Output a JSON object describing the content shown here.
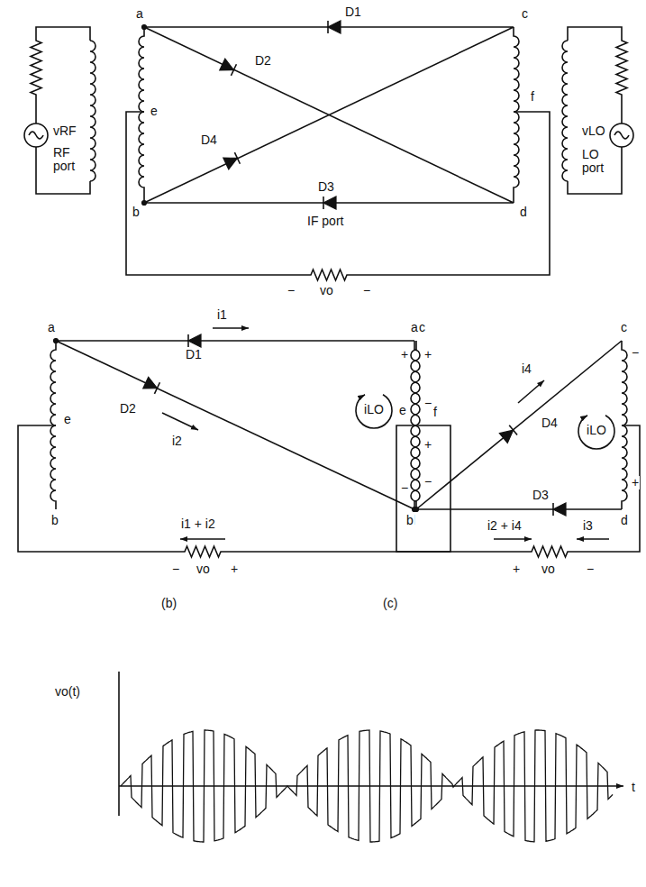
{
  "diagram": {
    "labels": [
      "a",
      "D1",
      "c",
      "D2",
      "vRF",
      "RF port",
      "e",
      "f",
      "vLO",
      "LO port",
      "D4",
      "D3",
      "b",
      "d",
      "IF port",
      "−",
      "vo",
      "−",
      "a",
      "i1",
      "c",
      "D1",
      "+",
      "D2",
      "e",
      "iLO",
      "f",
      "i2",
      "−",
      "b",
      "d",
      "i1 + i2",
      "−",
      "vo",
      "+",
      "(b)",
      "a",
      "c",
      "+",
      "−",
      "i4",
      "−",
      "e",
      "iLO",
      "D4",
      "+",
      "−",
      "+",
      "D3",
      "b",
      "d",
      "i2 + i4",
      "i3",
      "+",
      "vo",
      "−",
      "(c)",
      "vo(t)",
      "t"
    ]
  }
}
